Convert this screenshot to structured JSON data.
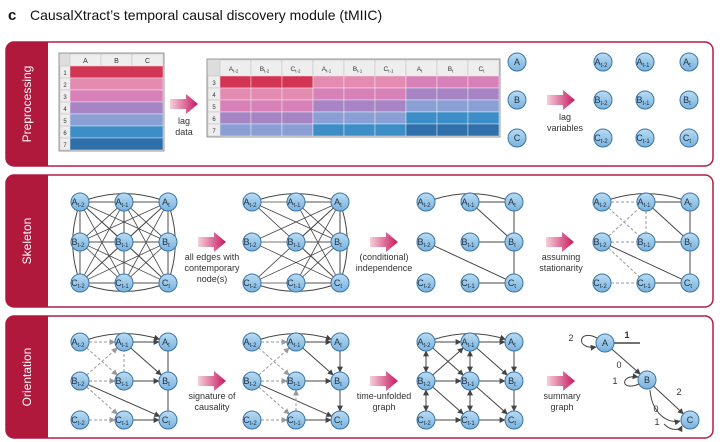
{
  "header": {
    "panel_letter": "c",
    "title": "CausalXtract’s temporal causal discovery module (tMIIC)"
  },
  "panels": {
    "preprocessing": "Preprocessing",
    "skeleton": "Skeleton",
    "orientation": "Orientation"
  },
  "colors": {
    "panel_border": "#b21f45",
    "panel_band": "#b0183c",
    "node_fill": "#8fc3e6",
    "node_stroke": "#3a73a8",
    "arrow_start": "#f7cfdb",
    "arrow_end": "#c7165e",
    "dashed_edge": "#999999",
    "edge": "#444444"
  },
  "table1": {
    "cols": [
      "A",
      "B",
      "C"
    ],
    "rows": [
      "1",
      "2",
      "3",
      "4",
      "5",
      "6",
      "7"
    ],
    "row_colors": [
      "#d13553",
      "#e38bb0",
      "#d880b8",
      "#a784c4",
      "#8a9fd4",
      "#3d8ec6",
      "#2f70aa"
    ]
  },
  "table2": {
    "cols": [
      [
        "A",
        "t-2"
      ],
      [
        "B",
        "t-2"
      ],
      [
        "C",
        "t-2"
      ],
      [
        "A",
        "t-1"
      ],
      [
        "B",
        "t-1"
      ],
      [
        "C",
        "t-1"
      ],
      [
        "A",
        "t"
      ],
      [
        "B",
        "t"
      ],
      [
        "C",
        "t"
      ]
    ],
    "rows": [
      "3",
      "4",
      "5",
      "6",
      "7"
    ],
    "colors": [
      [
        "#d13553",
        "#d13553",
        "#d13553",
        "#e38bb0",
        "#e38bb0",
        "#e38bb0",
        "#d880b8",
        "#d880b8",
        "#d880b8"
      ],
      [
        "#e38bb0",
        "#e38bb0",
        "#e38bb0",
        "#d880b8",
        "#d880b8",
        "#d880b8",
        "#a784c4",
        "#a784c4",
        "#a784c4"
      ],
      [
        "#d880b8",
        "#d880b8",
        "#d880b8",
        "#a784c4",
        "#a784c4",
        "#a784c4",
        "#8a9fd4",
        "#8a9fd4",
        "#8a9fd4"
      ],
      [
        "#a784c4",
        "#a784c4",
        "#a784c4",
        "#8a9fd4",
        "#8a9fd4",
        "#8a9fd4",
        "#3d8ec6",
        "#3d8ec6",
        "#3d8ec6"
      ],
      [
        "#8a9fd4",
        "#8a9fd4",
        "#8a9fd4",
        "#3d8ec6",
        "#3d8ec6",
        "#3d8ec6",
        "#2f70aa",
        "#2f70aa",
        "#2f70aa"
      ]
    ]
  },
  "variables": [
    "A",
    "B",
    "C"
  ],
  "time_labels": [
    "t-2",
    "t-1",
    "t"
  ],
  "step_labels": {
    "lag_data": [
      "lag",
      "data"
    ],
    "lag_variables": [
      "lag",
      "variables"
    ],
    "contemporary": [
      "all edges with",
      "contemporary",
      "node(s)"
    ],
    "conditional": [
      "(conditional)",
      "independence"
    ],
    "stationarity": [
      "assuming",
      "stationarity"
    ],
    "signature": [
      "signature of",
      "causality"
    ],
    "unfolded": [
      "time-unfolded",
      "graph"
    ],
    "summary": [
      "summary",
      "graph"
    ]
  },
  "summary_graph": {
    "nodes": [
      "A",
      "B",
      "C"
    ],
    "edge_labels": {
      "A_self": "2",
      "A_to_A": "1",
      "A_to_B": "0",
      "B_self": "1",
      "B_to_C": "2",
      "C_in_0": "0",
      "C_in_1": "1"
    }
  }
}
